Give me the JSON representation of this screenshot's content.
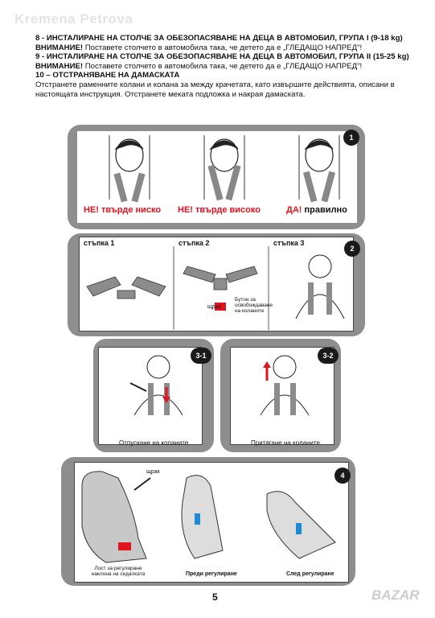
{
  "watermark": "Kremena Petrova",
  "text": {
    "s8_heading": "8 -  ИНСТАЛИРАНЕ НА СТОЛЧЕ ЗА ОБЕЗОПАСЯВАНЕ НА ДЕЦА В АВТОМОБИЛ, ГРУПА I (9-18 kg)",
    "s8_warn_label": "ВНИМАНИЕ!",
    "s8_warn_text": " Поставете столчето в автомобила така, че детето да е „ГЛЕДАЩО НАПРЕД\"!",
    "s9_heading": "9 -  ИНСТАЛИРАНЕ НА СТОЛЧЕ ЗА ОБЕЗОПАСЯВАНЕ НА ДЕЦА В АВТОМОБИЛ, ГРУПА II (15-25 kg)",
    "s9_warn_label": "ВНИМАНИЕ!",
    "s9_warn_text": " Поставете столчето в автомобила така, че детето да е „ГЛЕДАЩО НАПРЕД\"!",
    "s10_heading": "10 – ОТСТРАНЯВАНЕ НА ДАМАСКАТА",
    "s10_body": "Отстранете раменните колани и колана за между крачетата, като извършите действията, описани в настоящата инструкция. Отстранете меката подложка и накрая дамаската."
  },
  "fig1": {
    "number": "1",
    "labels": [
      "НЕ! твърде ниско",
      "НЕ! твърде високо",
      "ДА! правилно"
    ]
  },
  "fig2": {
    "number": "2",
    "steps": [
      "стъпка 1",
      "стъпка 2",
      "стъпка 3"
    ],
    "click": "щрак",
    "button_note": "Бутон за освобождаване на коланите"
  },
  "fig31": {
    "number": "3-1",
    "caption": "Отпускане на коланите"
  },
  "fig32": {
    "number": "3-2",
    "caption": "Притягане на коланите"
  },
  "fig4": {
    "number": "4",
    "click": "щрак",
    "lever_note": "Лост за регулиране наклона на седалката",
    "before": "Преди регулиране",
    "after": "След регулиране"
  },
  "page_number": "5",
  "logo": "BAZAR"
}
